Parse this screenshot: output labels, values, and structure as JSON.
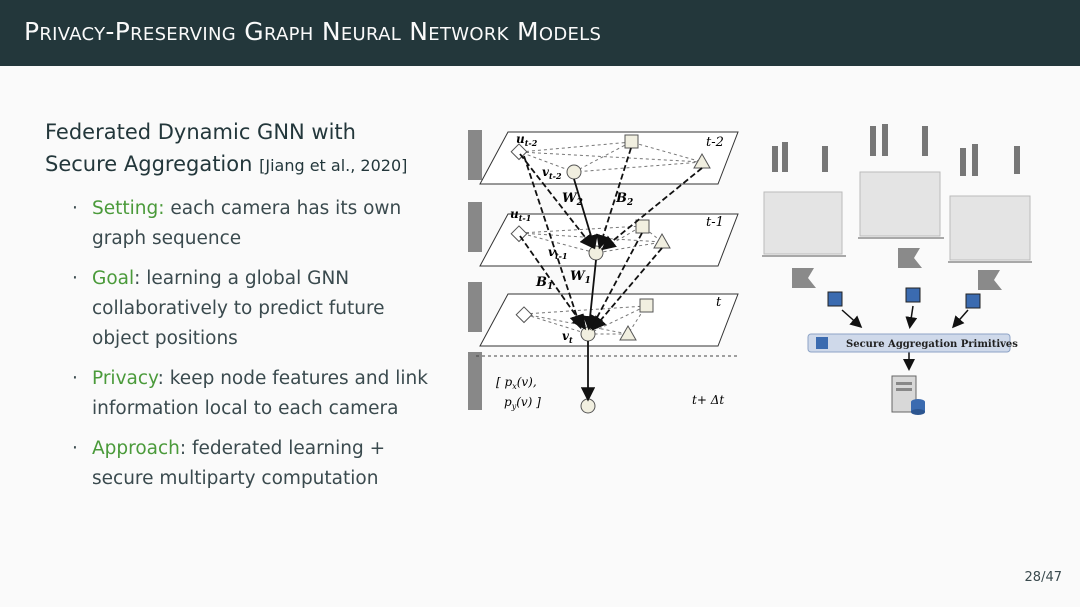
{
  "header": {
    "title": "Privacy-Preserving Graph Neural Network Models"
  },
  "heading": {
    "line1": "Federated Dynamic GNN with",
    "line2": "Secure Aggregation",
    "citation": "[Jiang et al., 2020]"
  },
  "bullets": [
    {
      "key": "Setting:",
      "text": " each camera has its own graph sequence"
    },
    {
      "key": "Goal",
      "text": ": learning a global GNN collaboratively to predict future object positions"
    },
    {
      "key": "Privacy",
      "text": ": keep node features and link information local to each camera"
    },
    {
      "key": "Approach",
      "text": ": federated learning + secure multiparty computation"
    }
  ],
  "left_figure": {
    "layer_labels": [
      "t-2",
      "t-1",
      "t"
    ],
    "node_labels": [
      "u",
      "v",
      "u",
      "v",
      "v"
    ],
    "node_sub": [
      "t-2",
      "t-2",
      "t-1",
      "t-1",
      "t"
    ],
    "weights": [
      "W",
      "B",
      "W",
      "B"
    ],
    "weight_sub": [
      "2",
      "2",
      "1",
      "1"
    ],
    "prediction_x": "[ p",
    "prediction_y": "p",
    "prediction_end": "(v),",
    "prediction_end2": "(v) ]",
    "time_label": "t+ Δt"
  },
  "right_figure": {
    "box_label": "Secure Aggregation Primitives"
  },
  "page": {
    "number": "28/47"
  }
}
